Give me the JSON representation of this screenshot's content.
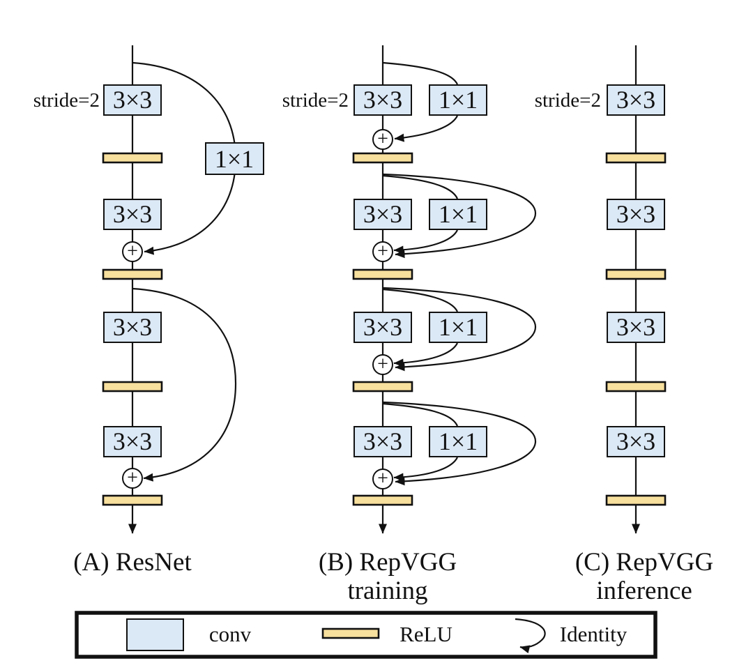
{
  "labels": {
    "conv3x3": "3×3",
    "conv1x1": "1×1",
    "plus": "+",
    "stride": "stride=2"
  },
  "captions": {
    "a_line1": "(A) ResNet",
    "b_line1": "(B) RepVGG",
    "b_line2": "training",
    "c_line1": "(C) RepVGG",
    "c_line2": "inference"
  },
  "legend": {
    "conv_label": "conv",
    "relu_label": "ReLU",
    "identity_label": "Identity"
  },
  "colors": {
    "conv_fill": "#dbe8f5",
    "relu_fill": "#f7df9d",
    "line": "#111111"
  },
  "structure": {
    "columns": [
      {
        "caption": "(A) ResNet",
        "stride_note": "stride=2",
        "sequence": [
          "3×3 conv (stride=2)",
          "ReLU",
          "3×3 conv",
          "add (1×1 conv shortcut around both convs)",
          "ReLU",
          "3×3 conv",
          "ReLU",
          "3×3 conv",
          "add (identity shortcut)",
          "ReLU"
        ]
      },
      {
        "caption": "(B) RepVGG training",
        "stride_note": "stride=2",
        "sequence": [
          "3×3 conv ∥ 1×1 conv (stride=2)",
          "add",
          "ReLU",
          "3×3 conv ∥ 1×1 conv ∥ identity",
          "add",
          "ReLU",
          "3×3 conv ∥ 1×1 conv ∥ identity",
          "add",
          "ReLU",
          "3×3 conv ∥ 1×1 conv ∥ identity",
          "add",
          "ReLU"
        ]
      },
      {
        "caption": "(C) RepVGG inference",
        "stride_note": "stride=2",
        "sequence": [
          "3×3 conv (stride=2)",
          "ReLU",
          "3×3 conv",
          "ReLU",
          "3×3 conv",
          "ReLU",
          "3×3 conv",
          "ReLU"
        ]
      }
    ]
  }
}
